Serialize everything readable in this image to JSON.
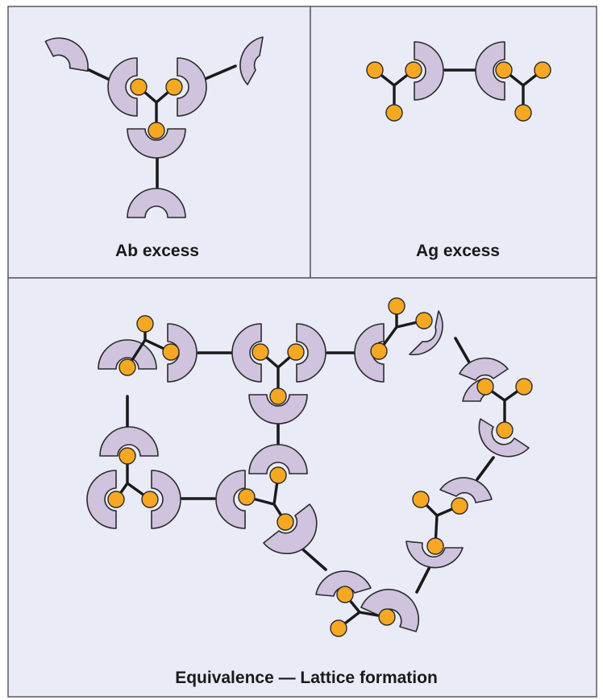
{
  "panels": {
    "ab_excess": {
      "label": "Ab excess"
    },
    "ag_excess": {
      "label": "Ag excess"
    },
    "equivalence": {
      "label": "Equivalence — Lattice formation"
    }
  },
  "colors": {
    "background": "#e9ebf7",
    "antibody_fill": "#cfc3de",
    "antigen_fill": "#f6a823",
    "outline": "#1a1a1a"
  }
}
